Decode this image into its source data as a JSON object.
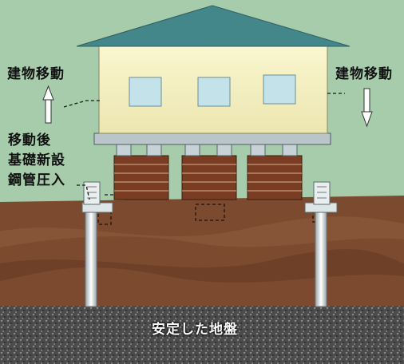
{
  "labels": {
    "move_left": "建物移動",
    "move_right": "建物移動",
    "steps_line1": "移動後",
    "steps_line2": "基礎新設",
    "steps_line3": "鋼管圧入",
    "ground": "安定した地盤"
  },
  "colors": {
    "background": "#a7ccac",
    "roof": "#43878a",
    "wall": "#f5f1c4",
    "window": "#c4e2ea",
    "soil": "#7b4a2f",
    "bedrock": "#4a4a4a",
    "brick": "#7a3d24",
    "pipe": "#e6ebec"
  },
  "icons": [
    "arrow-up-icon",
    "arrow-down-icon"
  ]
}
